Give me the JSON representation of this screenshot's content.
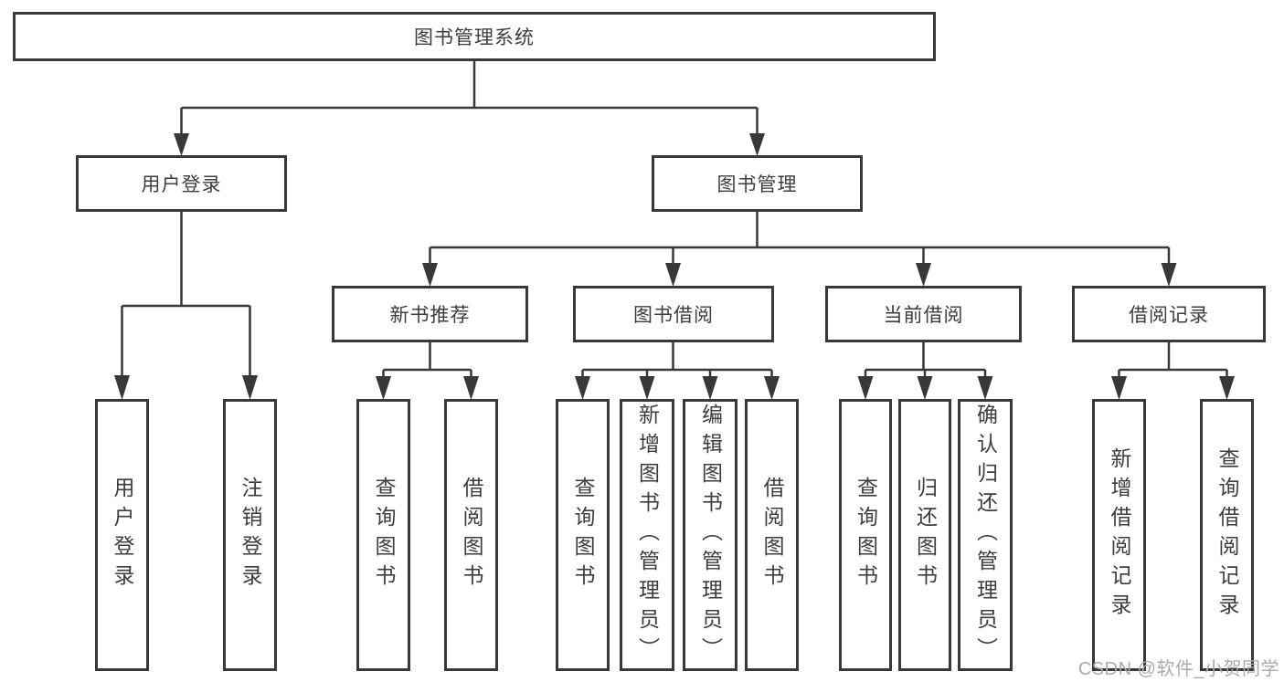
{
  "diagram": {
    "root_label": "图书管理系统",
    "level2": {
      "user_login": "用户登录",
      "book_management": "图书管理"
    },
    "level3": {
      "new_book_recommend": "新书推荐",
      "book_borrowing": "图书借阅",
      "current_borrowing": "当前借阅",
      "borrowing_records": "借阅记录"
    },
    "leaves": {
      "user_login": [
        "用户登录",
        "注销登录"
      ],
      "new_book_recommend": [
        "查询图书",
        "借阅图书"
      ],
      "book_borrowing": [
        "查询图书",
        "新增图书（管理员）",
        "编辑图书（管理员）",
        "借阅图书"
      ],
      "current_borrowing": [
        "查询图书",
        "归还图书",
        "确认归还（管理员）"
      ],
      "borrowing_records": [
        "新增借阅记录",
        "查询借阅记录"
      ]
    }
  },
  "watermark": {
    "text": "CSDN @软件_小贺同学"
  },
  "colors": {
    "line": "#383838",
    "box_border": "#383838",
    "text": "#3d3d3d",
    "watermark": "#ababab",
    "background": "#ffffff"
  }
}
